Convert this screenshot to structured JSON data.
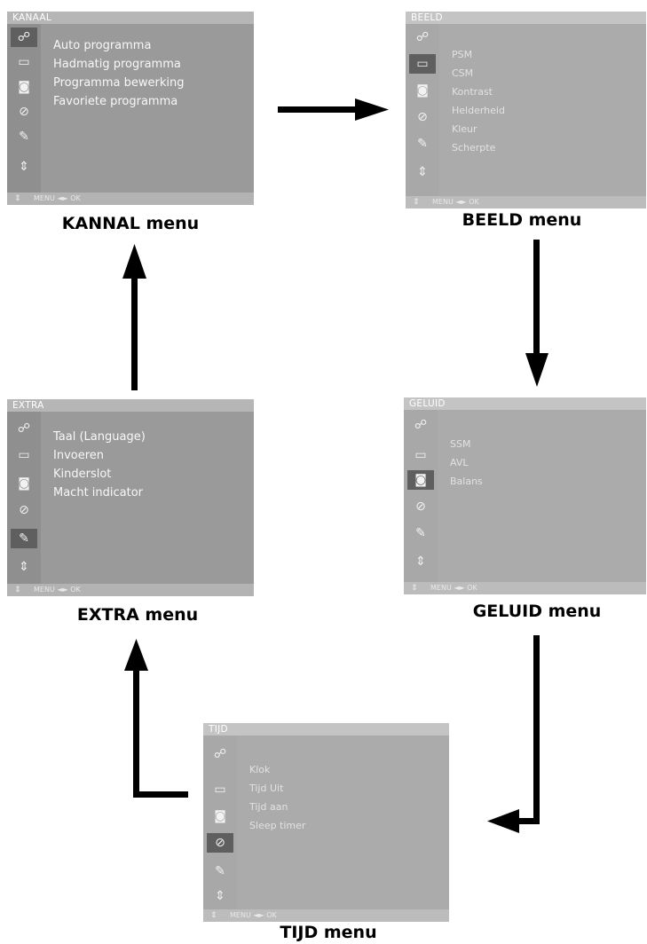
{
  "kanaal": {
    "title": "KANAAL",
    "items": [
      "Auto programma",
      "Hadmatig programma",
      "Programma bewerking",
      "Favoriete programma"
    ],
    "footer": "MENU ◄► OK",
    "caption": "KANNAL menu"
  },
  "beeld": {
    "title": "BEELD",
    "items": [
      "PSM",
      "CSM",
      "Kontrast",
      "Helderheid",
      "Kleur",
      "Scherpte"
    ],
    "footer": "MENU ◄► OK",
    "caption": "BEELD menu"
  },
  "geluid": {
    "title": "GELUID",
    "items": [
      "SSM",
      "AVL",
      "Balans"
    ],
    "footer": "MENU ◄► OK",
    "caption": "GELUID menu"
  },
  "tijd": {
    "title": "TIJD",
    "items": [
      "Klok",
      "Tijd Uit",
      "Tijd aan",
      "Sleep timer"
    ],
    "footer": "MENU ◄► OK",
    "caption": "TIJD menu"
  },
  "extra": {
    "title": "EXTRA",
    "items": [
      "Taal (Language)",
      "Invoeren",
      "Kinderslot",
      "Macht indicator"
    ],
    "footer": "MENU ◄► OK",
    "caption": "EXTRA menu"
  },
  "icons": [
    "antenna-icon",
    "picture-icon",
    "speaker-icon",
    "clock-icon",
    "wrench-icon",
    "updown-icon"
  ]
}
